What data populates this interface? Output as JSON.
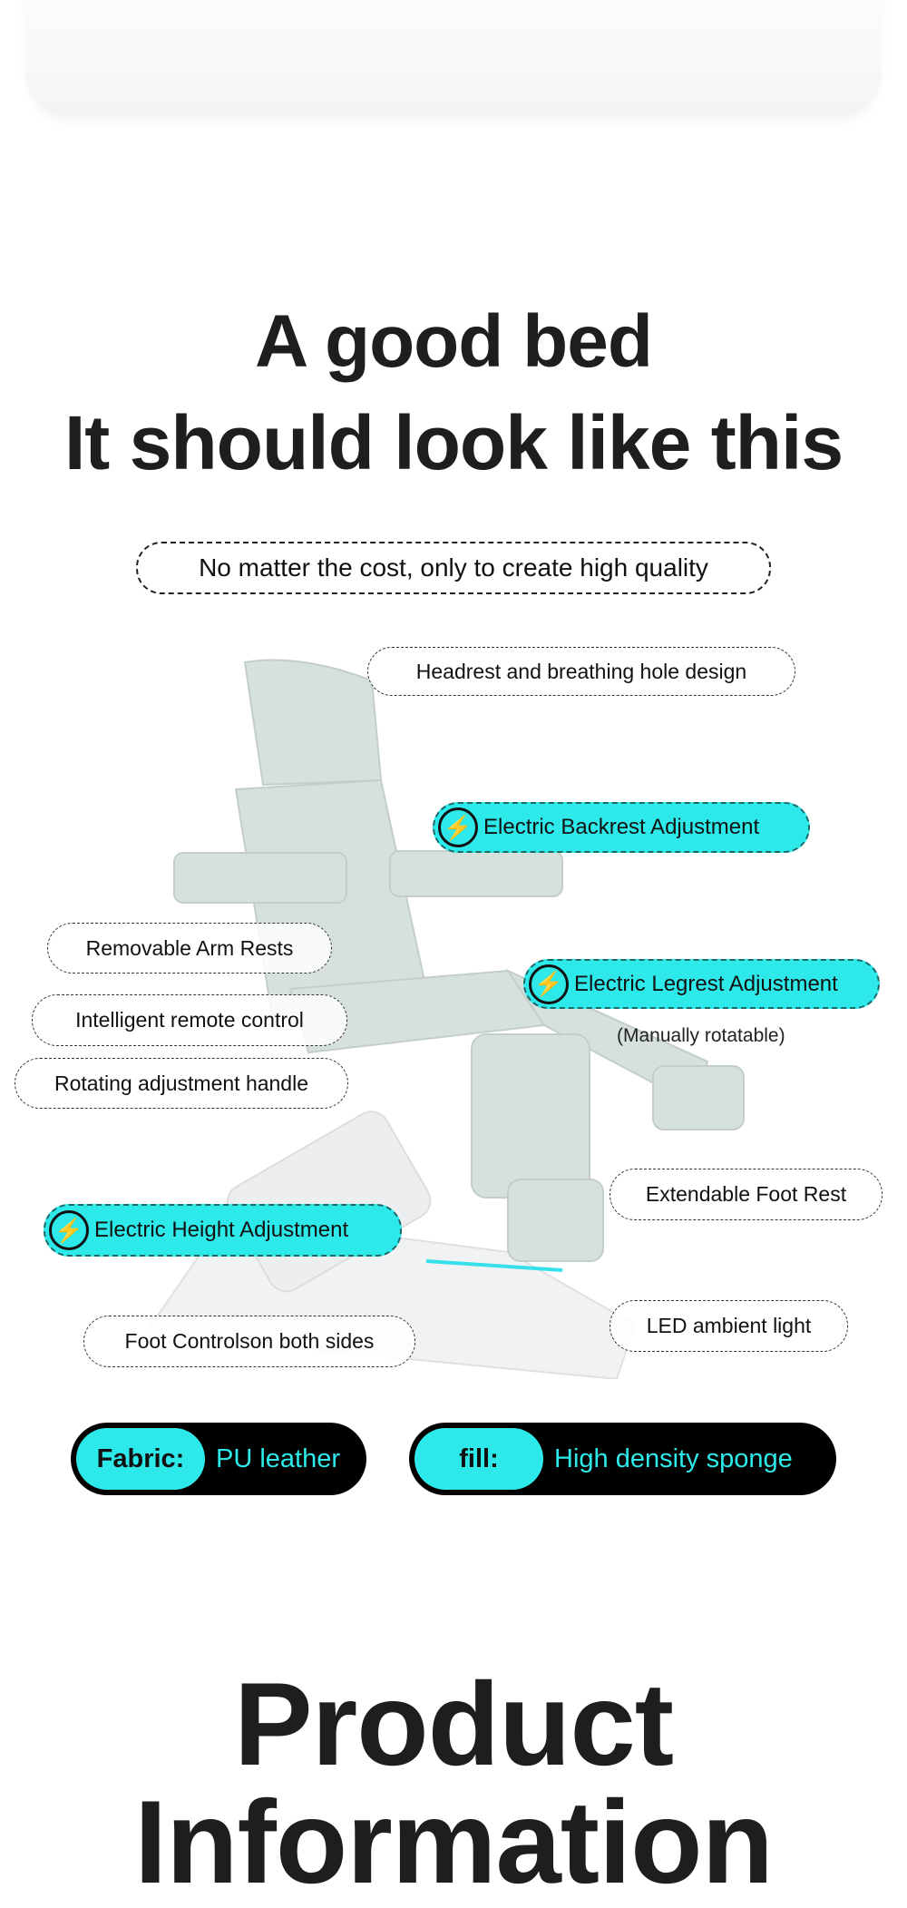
{
  "heading": {
    "line1": "A good bed",
    "line2": "It should look like this"
  },
  "tagline": "No matter the cost, only to create high quality",
  "features": {
    "headrest": "Headrest and breathing hole design",
    "backrest": "Electric Backrest Adjustment",
    "armrests": "Removable Arm Rests",
    "legrest": "Electric Legrest Adjustment",
    "remote": "Intelligent remote control",
    "manual": "(Manually rotatable)",
    "handle": "Rotating adjustment handle",
    "footrest": "Extendable Foot Rest",
    "height": "Electric Height Adjustment",
    "led": "LED ambient light",
    "footcontrol": "Foot Controlson both sides"
  },
  "specs": [
    {
      "key": "Fabric:",
      "value": "PU leather"
    },
    {
      "key": "fill:",
      "value": "High density sponge"
    }
  ],
  "next_section": "Product Information",
  "colors": {
    "accent": "#2ee9ea",
    "chair": "#d6e0dc"
  }
}
